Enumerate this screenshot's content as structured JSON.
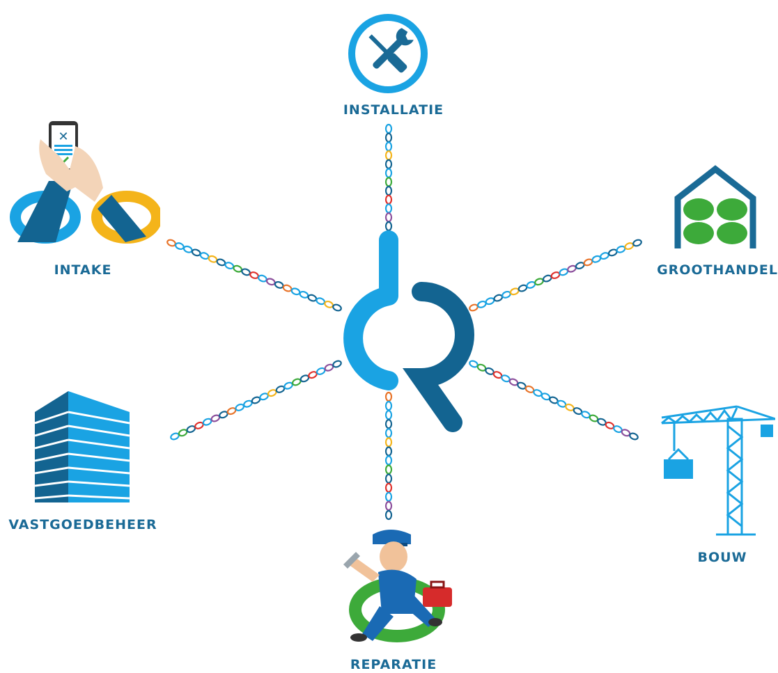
{
  "nodes": {
    "installatie": {
      "label": "INSTALLATIE",
      "icon": "wrench-screwdriver-icon"
    },
    "intake": {
      "label": "INTAKE",
      "icon": "smartphone-hand-icon"
    },
    "groothandel": {
      "label": "GROOTHANDEL",
      "icon": "warehouse-icon"
    },
    "vastgoedbeheer": {
      "label": "VASTGOEDBEHEER",
      "icon": "office-building-icon"
    },
    "bouw": {
      "label": "BOUW",
      "icon": "crane-icon"
    },
    "reparatie": {
      "label": "REPARATIE",
      "icon": "repairman-icon"
    }
  },
  "center": {
    "icon": "dr-logo-icon"
  },
  "colors": {
    "label": "#1a6a96",
    "light_blue": "#1aa3e3",
    "dark_blue": "#136491",
    "yellow": "#f4b41a",
    "green": "#3daa3a",
    "red": "#e0312c",
    "orange": "#e8742a",
    "purple": "#8c4f9c"
  }
}
